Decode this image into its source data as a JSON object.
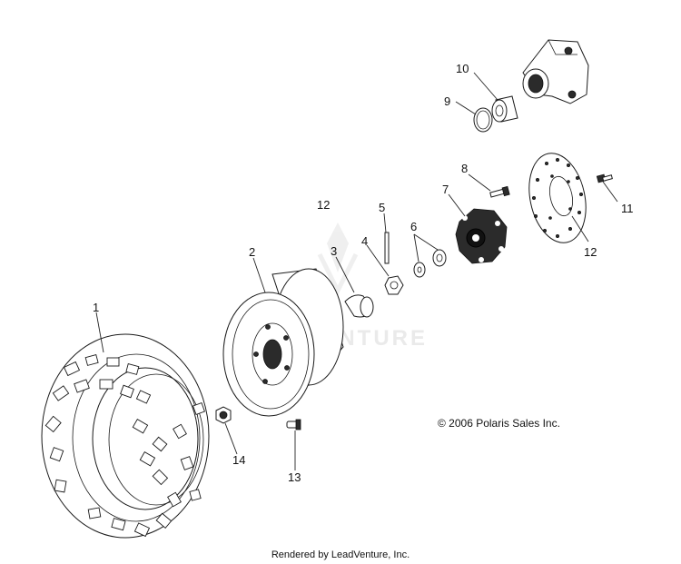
{
  "diagram": {
    "callouts": [
      {
        "id": "1",
        "label": "1",
        "part": "tire"
      },
      {
        "id": "2",
        "label": "2",
        "part": "wheel-rim"
      },
      {
        "id": "3",
        "label": "3",
        "part": "hub-cap"
      },
      {
        "id": "4",
        "label": "4",
        "part": "castle-nut"
      },
      {
        "id": "5",
        "label": "5",
        "part": "cotter-pin"
      },
      {
        "id": "6",
        "label": "6",
        "part": "washers"
      },
      {
        "id": "7",
        "label": "7",
        "part": "wheel-hub"
      },
      {
        "id": "8",
        "label": "8",
        "part": "hub-bolt"
      },
      {
        "id": "9",
        "label": "9",
        "part": "retaining-ring"
      },
      {
        "id": "10",
        "label": "10",
        "part": "bearing"
      },
      {
        "id": "11",
        "label": "11",
        "part": "brake-disc-bolt"
      },
      {
        "id": "12a",
        "label": "12",
        "part": "hub-cap-upper"
      },
      {
        "id": "12b",
        "label": "12",
        "part": "brake-disc"
      },
      {
        "id": "13",
        "label": "13",
        "part": "valve-stem"
      },
      {
        "id": "14",
        "label": "14",
        "part": "lug-nut"
      }
    ]
  },
  "watermark": {
    "text": "LEADVENTURE"
  },
  "copyright": "© 2006 Polaris Sales Inc.",
  "footer": "Rendered by LeadVenture, Inc."
}
